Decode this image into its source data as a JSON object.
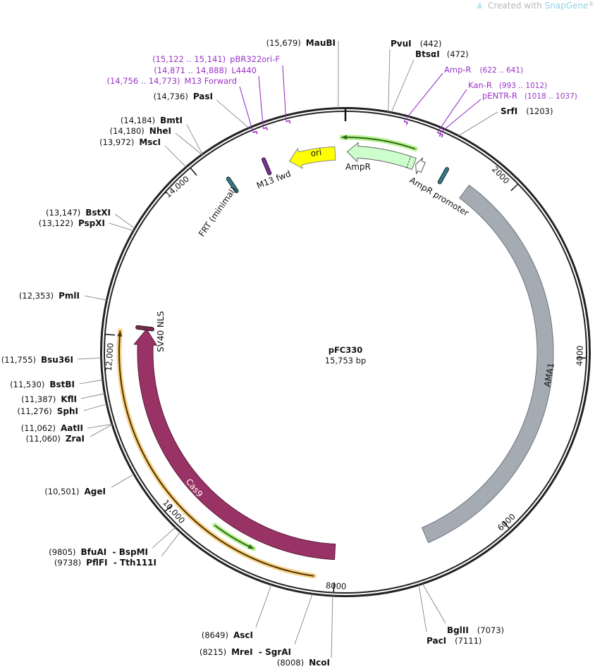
{
  "watermark": {
    "prefix": "Created with ",
    "brand": "SnapGene",
    "suffix": "®"
  },
  "plasmid": {
    "name": "pFC330",
    "length_label": "15,753 bp",
    "length_bp": 15753
  },
  "ticks": [
    {
      "value": 2000,
      "label": "2000"
    },
    {
      "value": 4000,
      "label": "4000"
    },
    {
      "value": 6000,
      "label": "6000"
    },
    {
      "value": 8000,
      "label": "8000"
    },
    {
      "value": 10000,
      "label": "10,000"
    },
    {
      "value": 12000,
      "label": "12,000"
    },
    {
      "value": 14000,
      "label": "14,000"
    }
  ],
  "enzymes": [
    {
      "name": "MauBI",
      "pos": 15679,
      "pos_label": "(15,679)"
    },
    {
      "name": "PvuI",
      "pos": 442,
      "pos_label": "(442)"
    },
    {
      "name": "BtsαI",
      "pos": 472,
      "pos_label": "(472)"
    },
    {
      "name": "SrfI",
      "pos": 1203,
      "pos_label": "(1203)"
    },
    {
      "name": "PasI",
      "pos": 14736,
      "pos_label": "(14,736)"
    },
    {
      "name": "BmtI",
      "pos": 14184,
      "pos_label": "(14,184)"
    },
    {
      "name": "NheI",
      "pos": 14180,
      "pos_label": "(14,180)"
    },
    {
      "name": "MscI",
      "pos": 13972,
      "pos_label": "(13,972)"
    },
    {
      "name": "BstXI",
      "pos": 13147,
      "pos_label": "(13,147)"
    },
    {
      "name": "PspXI",
      "pos": 13122,
      "pos_label": "(13,122)"
    },
    {
      "name": "PmlI",
      "pos": 12353,
      "pos_label": "(12,353)"
    },
    {
      "name": "Bsu36I",
      "pos": 11755,
      "pos_label": "(11,755)"
    },
    {
      "name": "BstBI",
      "pos": 11530,
      "pos_label": "(11,530)"
    },
    {
      "name": "KflI",
      "pos": 11387,
      "pos_label": "(11,387)"
    },
    {
      "name": "SphI",
      "pos": 11276,
      "pos_label": "(11,276)"
    },
    {
      "name": "AatII",
      "pos": 11062,
      "pos_label": "(11,062)"
    },
    {
      "name": "ZraI",
      "pos": 11060,
      "pos_label": "(11,060)"
    },
    {
      "name": "AgeI",
      "pos": 10501,
      "pos_label": "(10,501)"
    },
    {
      "name": "BfuAI  - BspMI",
      "pos": 9805,
      "pos_label": "(9805)"
    },
    {
      "name": "PflFI  - Tth111I",
      "pos": 9738,
      "pos_label": "(9738)"
    },
    {
      "name": "AscI",
      "pos": 8649,
      "pos_label": "(8649)"
    },
    {
      "name": "MreI  - SgrAI",
      "pos": 8215,
      "pos_label": "(8215)"
    },
    {
      "name": "NcoI",
      "pos": 8008,
      "pos_label": "(8008)"
    },
    {
      "name": "BglII",
      "pos": 7073,
      "pos_label": "(7073)"
    },
    {
      "name": "PacI",
      "pos": 7111,
      "pos_label": "(7111)"
    }
  ],
  "primers": [
    {
      "name": "pBR322ori-F",
      "start": 15122,
      "end": 15141,
      "range_label": "(15,122 .. 15,141)"
    },
    {
      "name": "L4440",
      "start": 14871,
      "end": 14888,
      "range_label": "(14,871 .. 14,888)"
    },
    {
      "name": "M13 Forward",
      "start": 14756,
      "end": 14773,
      "range_label": "(14,756 .. 14,773)"
    },
    {
      "name": "Amp-R",
      "start": 622,
      "end": 641,
      "range_label": "(622 .. 641)"
    },
    {
      "name": "Kan-R",
      "start": 993,
      "end": 1012,
      "range_label": "(993 .. 1012)"
    },
    {
      "name": "pENTR-R",
      "start": 1018,
      "end": 1037,
      "range_label": "(1018 .. 1037)"
    }
  ],
  "features": {
    "ama1": {
      "name": "AMA1",
      "start": 1597,
      "end": 6848,
      "color": "#a5abb3"
    },
    "cas9": {
      "name": "Cas9",
      "start": 8008,
      "end": 12104,
      "color": "#993366"
    },
    "cas9_orf": {
      "start": 8227,
      "end": 12051,
      "color": "#f7c66b"
    },
    "cas9_primer": {
      "start": 8971,
      "end": 9496,
      "color": "#a6ee7a"
    },
    "ori": {
      "name": "ori",
      "start": 15037,
      "end": 15623,
      "color": "#ffff00"
    },
    "ampr": {
      "name": "AmpR",
      "start": 22,
      "end": 875,
      "color": "#ccffcc"
    },
    "ampr_promoter": {
      "name": "AmpR promoter",
      "start": 897,
      "end": 998,
      "color": "#ffffff"
    },
    "ampr_orf": {
      "start": 15709,
      "end": 831,
      "color": "#a6ee7a"
    },
    "frt": {
      "name": "FRT (minimal)",
      "pos": 14264,
      "color": "#2e7d8f"
    },
    "m13fwd": {
      "name": "M13 fwd",
      "pos": 14747,
      "color": "#7b2e9e"
    },
    "teal_site": {
      "pos": 1269,
      "color": "#2e7d8f"
    },
    "sv40nls": {
      "name": "SV40 NLS",
      "pos": 12112,
      "color": "#7a2750"
    }
  }
}
